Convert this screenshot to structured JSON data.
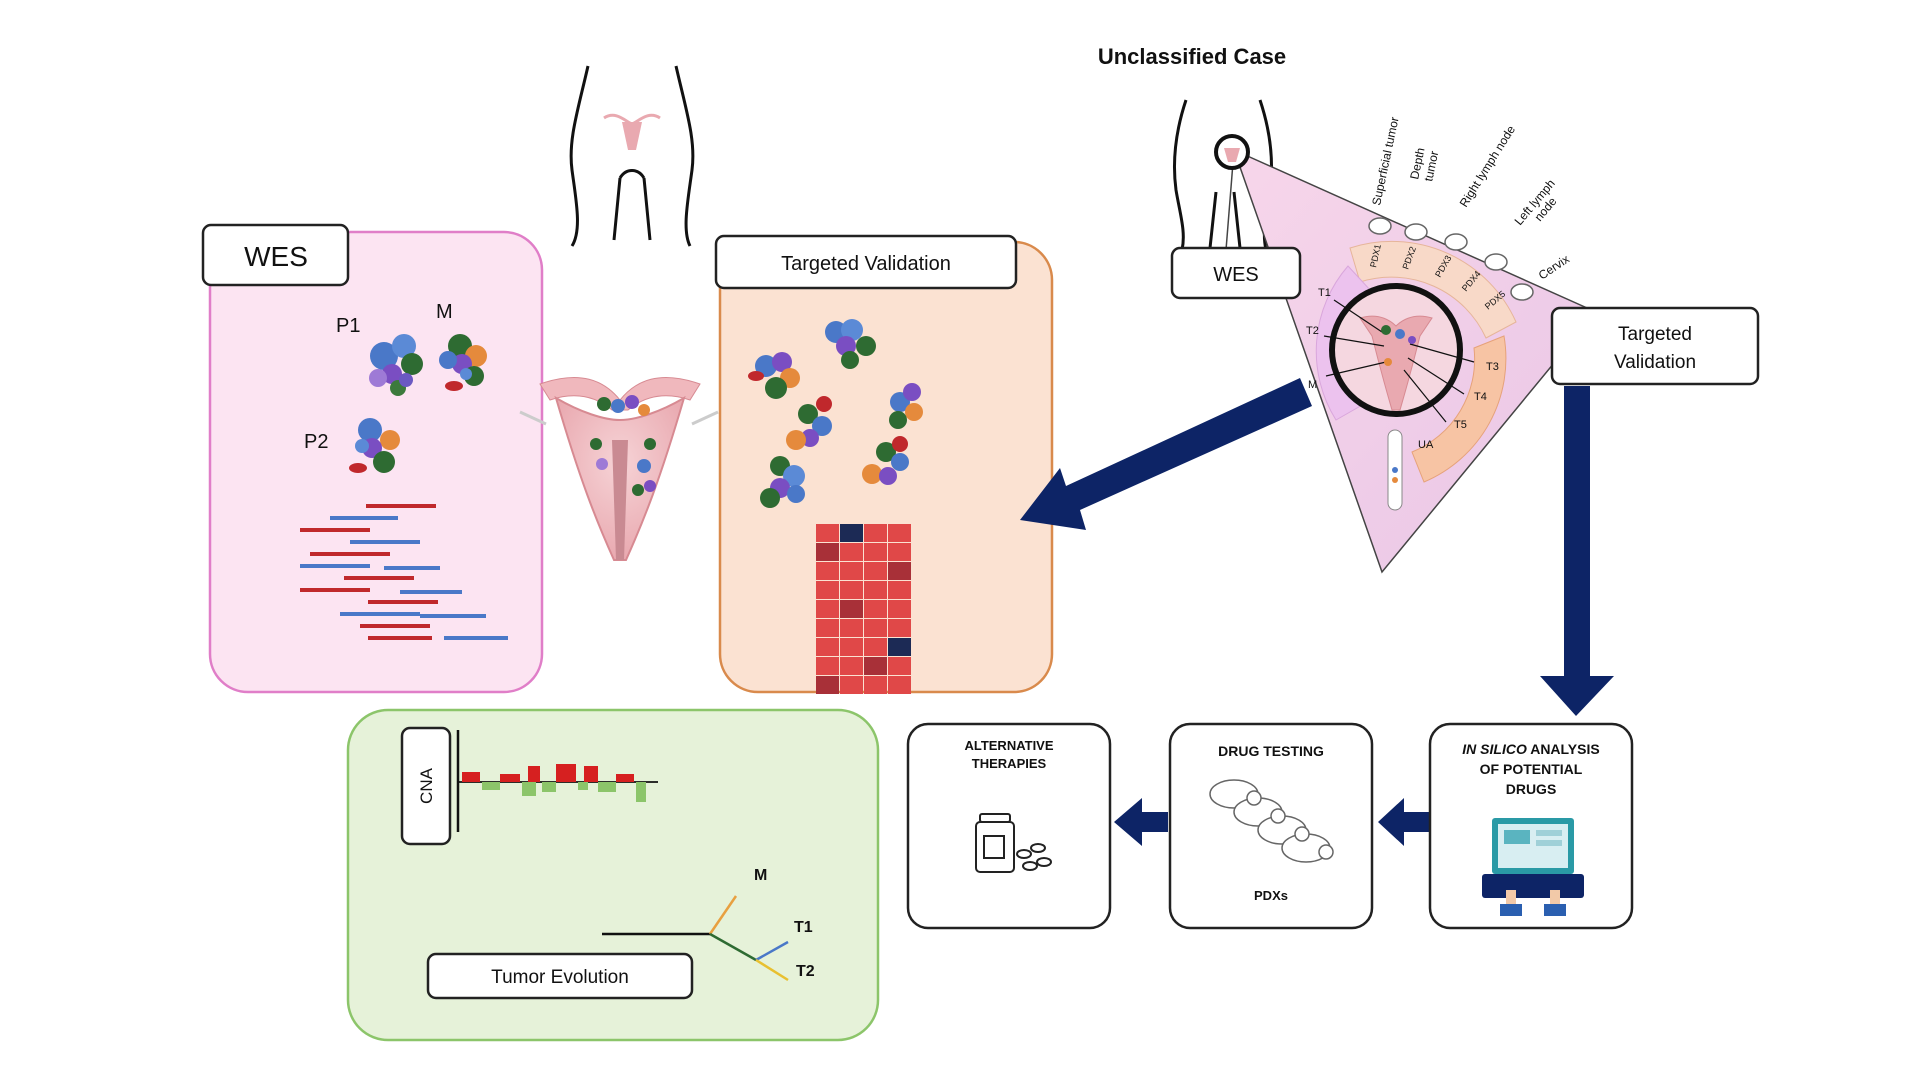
{
  "header": {
    "title": "Unclassified Case"
  },
  "wes_panel": {
    "title": "WES",
    "labels": {
      "p1": "P1",
      "m": "M",
      "p2": "P2"
    }
  },
  "targeted_panel": {
    "title": "Targeted Validation"
  },
  "right_section": {
    "wes_label": "WES",
    "targeted_label_line1": "Targeted",
    "targeted_label_line2": "Validation",
    "fan_labels": {
      "superficial": "Superficial tumor",
      "depth_line1": "Depth",
      "depth_line2": "tumor",
      "right_node": "Right lymph node",
      "left_node_line1": "Left lymph",
      "left_node_line2": "node",
      "cervix": "Cervix"
    },
    "pdx_labels": [
      "PDX1",
      "PDX2",
      "PDX3",
      "PDX4",
      "PDX5"
    ],
    "ring_labels": {
      "t1": "T1",
      "t2": "T2",
      "m": "M",
      "t3": "T3",
      "t4": "T4",
      "t5": "T5",
      "ua": "UA"
    }
  },
  "evolution_panel": {
    "cna_label": "CNA",
    "tumor_evolution_label": "Tumor Evolution",
    "tree_labels": {
      "m": "M",
      "t1": "T1",
      "t2": "T2"
    }
  },
  "drug_boxes": {
    "alternative_line1": "ALTERNATIVE",
    "alternative_line2": "THERAPIES",
    "drug_testing": "DRUG TESTING",
    "pdxs": "PDXs",
    "insilico_italic": "IN SILICO",
    "insilico_rest": " ANALYSIS",
    "insilico_line2": "OF POTENTIAL",
    "insilico_line3": "DRUGS"
  },
  "colors": {
    "wes_fill": "#fce4f2",
    "wes_border": "#e07ec8",
    "targeted_fill": "#fbe2d2",
    "targeted_border": "#d98a4c",
    "evolution_fill": "#e6f2d9",
    "evolution_border": "#8cc56a",
    "arrow": "#0d2466",
    "red_read": "#c0282c",
    "blue_read": "#4a78c8"
  }
}
